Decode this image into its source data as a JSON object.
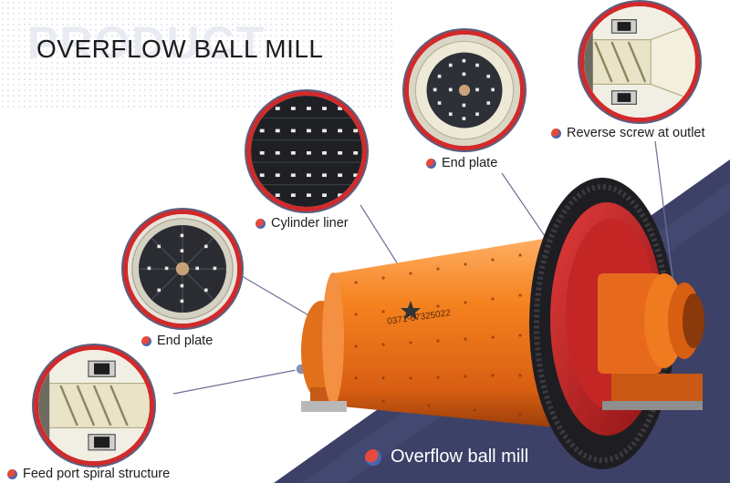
{
  "header": {
    "background_word": "PRODUCT",
    "title": "OVERFLOW BALL MILL"
  },
  "callouts": {
    "end_plate_top": "End plate",
    "reverse_screw": "Reverse screw at outlet",
    "cylinder_liner": "Cylinder liner",
    "end_plate_left": "End plate",
    "feed_port": "Feed port spiral structure"
  },
  "machine": {
    "shell_text": "0371-67325022",
    "caption": "Overflow ball mill"
  },
  "colors": {
    "accent_red": "#d12a2a",
    "navy": "#3b4068",
    "shell_orange": "#f07a1f",
    "gear_dark": "#1e1e22"
  }
}
